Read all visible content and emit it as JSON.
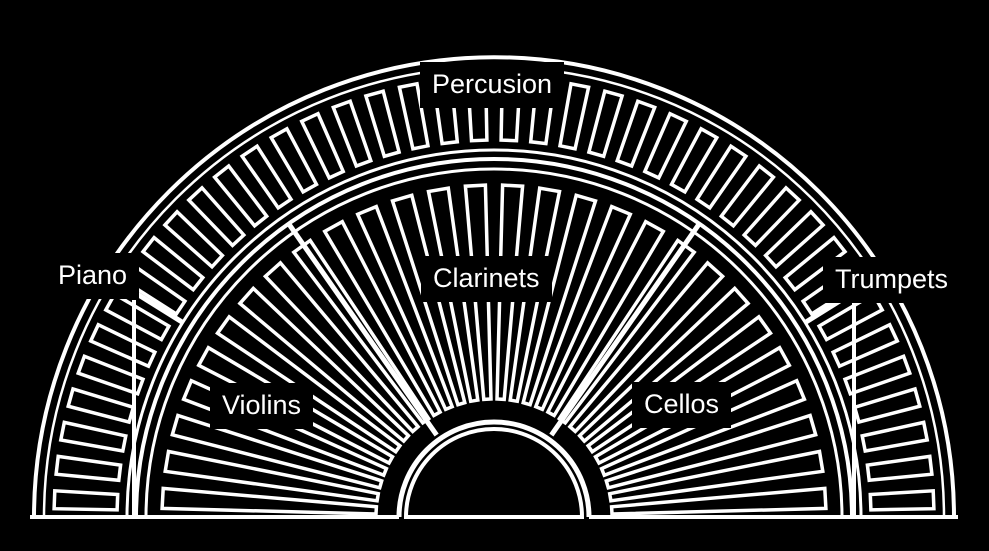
{
  "colors": {
    "background": "#000000",
    "stroke": "#ffffff",
    "label_bg": "#000000",
    "label_text": "#ffffff"
  },
  "sections": {
    "percussion": {
      "label": "Percusion"
    },
    "piano": {
      "label": "Piano"
    },
    "trumpets": {
      "label": "Trumpets"
    },
    "clarinets": {
      "label": "Clarinets"
    },
    "violins": {
      "label": "Violins"
    },
    "cellos": {
      "label": "Cellos"
    }
  }
}
